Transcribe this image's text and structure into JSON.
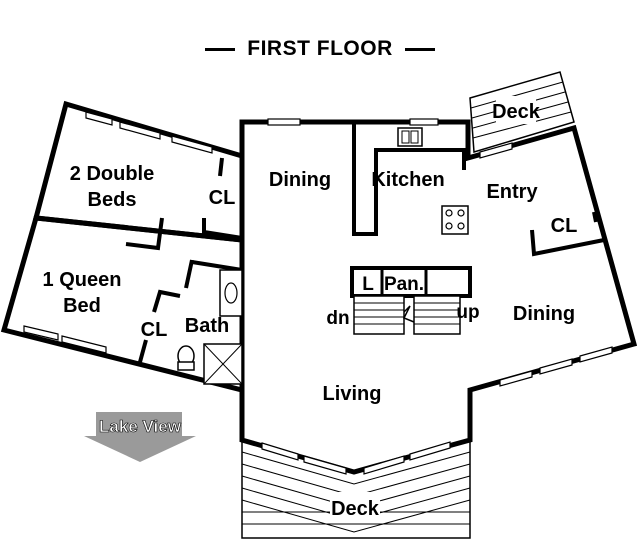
{
  "header": {
    "title": "FIRST FLOOR"
  },
  "rooms": {
    "bedroom1_line1": "2 Double",
    "bedroom1_line2": "Beds",
    "closet_bed1": "CL",
    "bedroom2_line1": "1 Queen",
    "bedroom2_line2": "Bed",
    "closet_bed2": "CL",
    "bath": "Bath",
    "dining_left": "Dining",
    "kitchen": "Kitchen",
    "entry": "Entry",
    "closet_entry": "CL",
    "dining_right": "Dining",
    "living": "Living",
    "linen": "L",
    "pantry": "Pan.",
    "stairs_down": "dn",
    "stairs_up": "up",
    "deck_top": "Deck",
    "deck_bottom": "Deck"
  },
  "lake_view": {
    "label": "Lake View",
    "arrow_color": "#9a9a9a"
  }
}
